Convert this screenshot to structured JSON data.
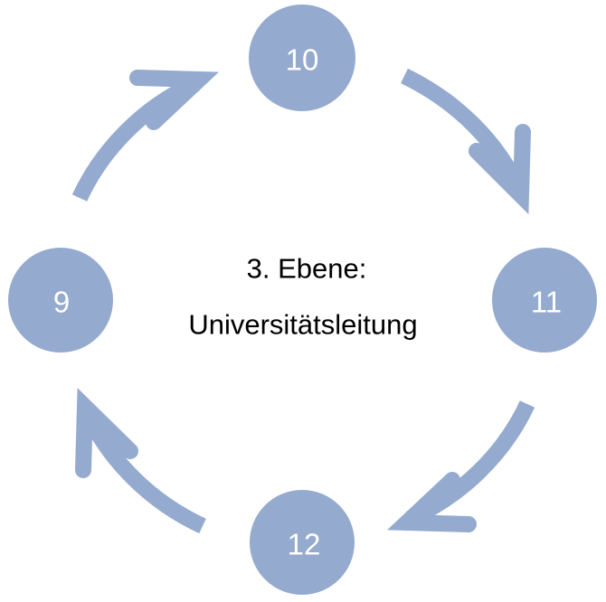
{
  "diagram": {
    "type": "cycle",
    "title_lines": [
      "3. Ebene:",
      "Universitätsleitung"
    ],
    "center_text_line1": "3. Ebene:",
    "center_text_line2": "Universitätsleitung",
    "accent_color": "#95AACF",
    "node_label_color": "#FFFFFF",
    "center_text_color": "#000000",
    "background_color": "#FFFFFF",
    "nodes": [
      {
        "id": "node-10",
        "label": "10",
        "position": "top"
      },
      {
        "id": "node-11",
        "label": "11",
        "position": "right"
      },
      {
        "id": "node-12",
        "label": "12",
        "position": "bottom"
      },
      {
        "id": "node-9",
        "label": "9",
        "position": "left"
      }
    ],
    "arrows": [
      {
        "id": "arrow-top-right",
        "from": "10",
        "to": "11",
        "direction": "clockwise"
      },
      {
        "id": "arrow-bottom-right",
        "from": "11",
        "to": "12",
        "direction": "clockwise"
      },
      {
        "id": "arrow-bottom-left",
        "from": "12",
        "to": "9",
        "direction": "clockwise"
      },
      {
        "id": "arrow-top-left",
        "from": "9",
        "to": "10",
        "direction": "clockwise"
      }
    ]
  }
}
